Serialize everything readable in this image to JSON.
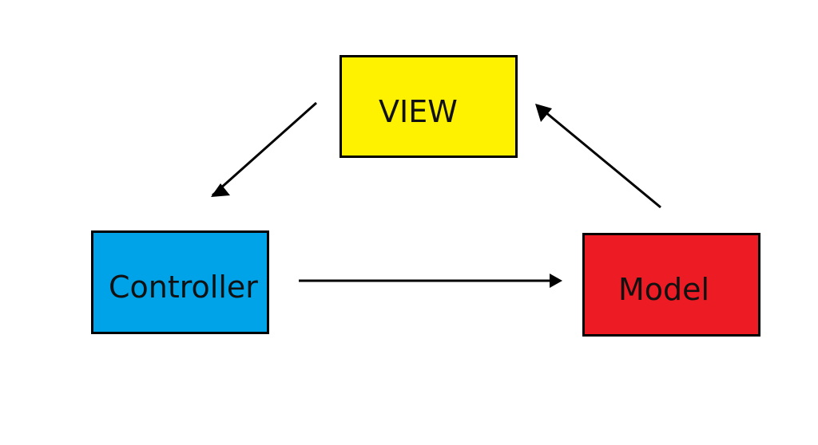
{
  "diagram": {
    "nodes": [
      {
        "id": "view",
        "label": "VIEW",
        "fill": "#FFF200"
      },
      {
        "id": "controller",
        "label": "Controller",
        "fill": "#00A2E8"
      },
      {
        "id": "model",
        "label": "Model",
        "fill": "#ED1C24"
      }
    ],
    "edges": [
      {
        "from": "view",
        "to": "controller"
      },
      {
        "from": "controller",
        "to": "model"
      },
      {
        "from": "model",
        "to": "view"
      }
    ],
    "line_color": "#000000"
  }
}
